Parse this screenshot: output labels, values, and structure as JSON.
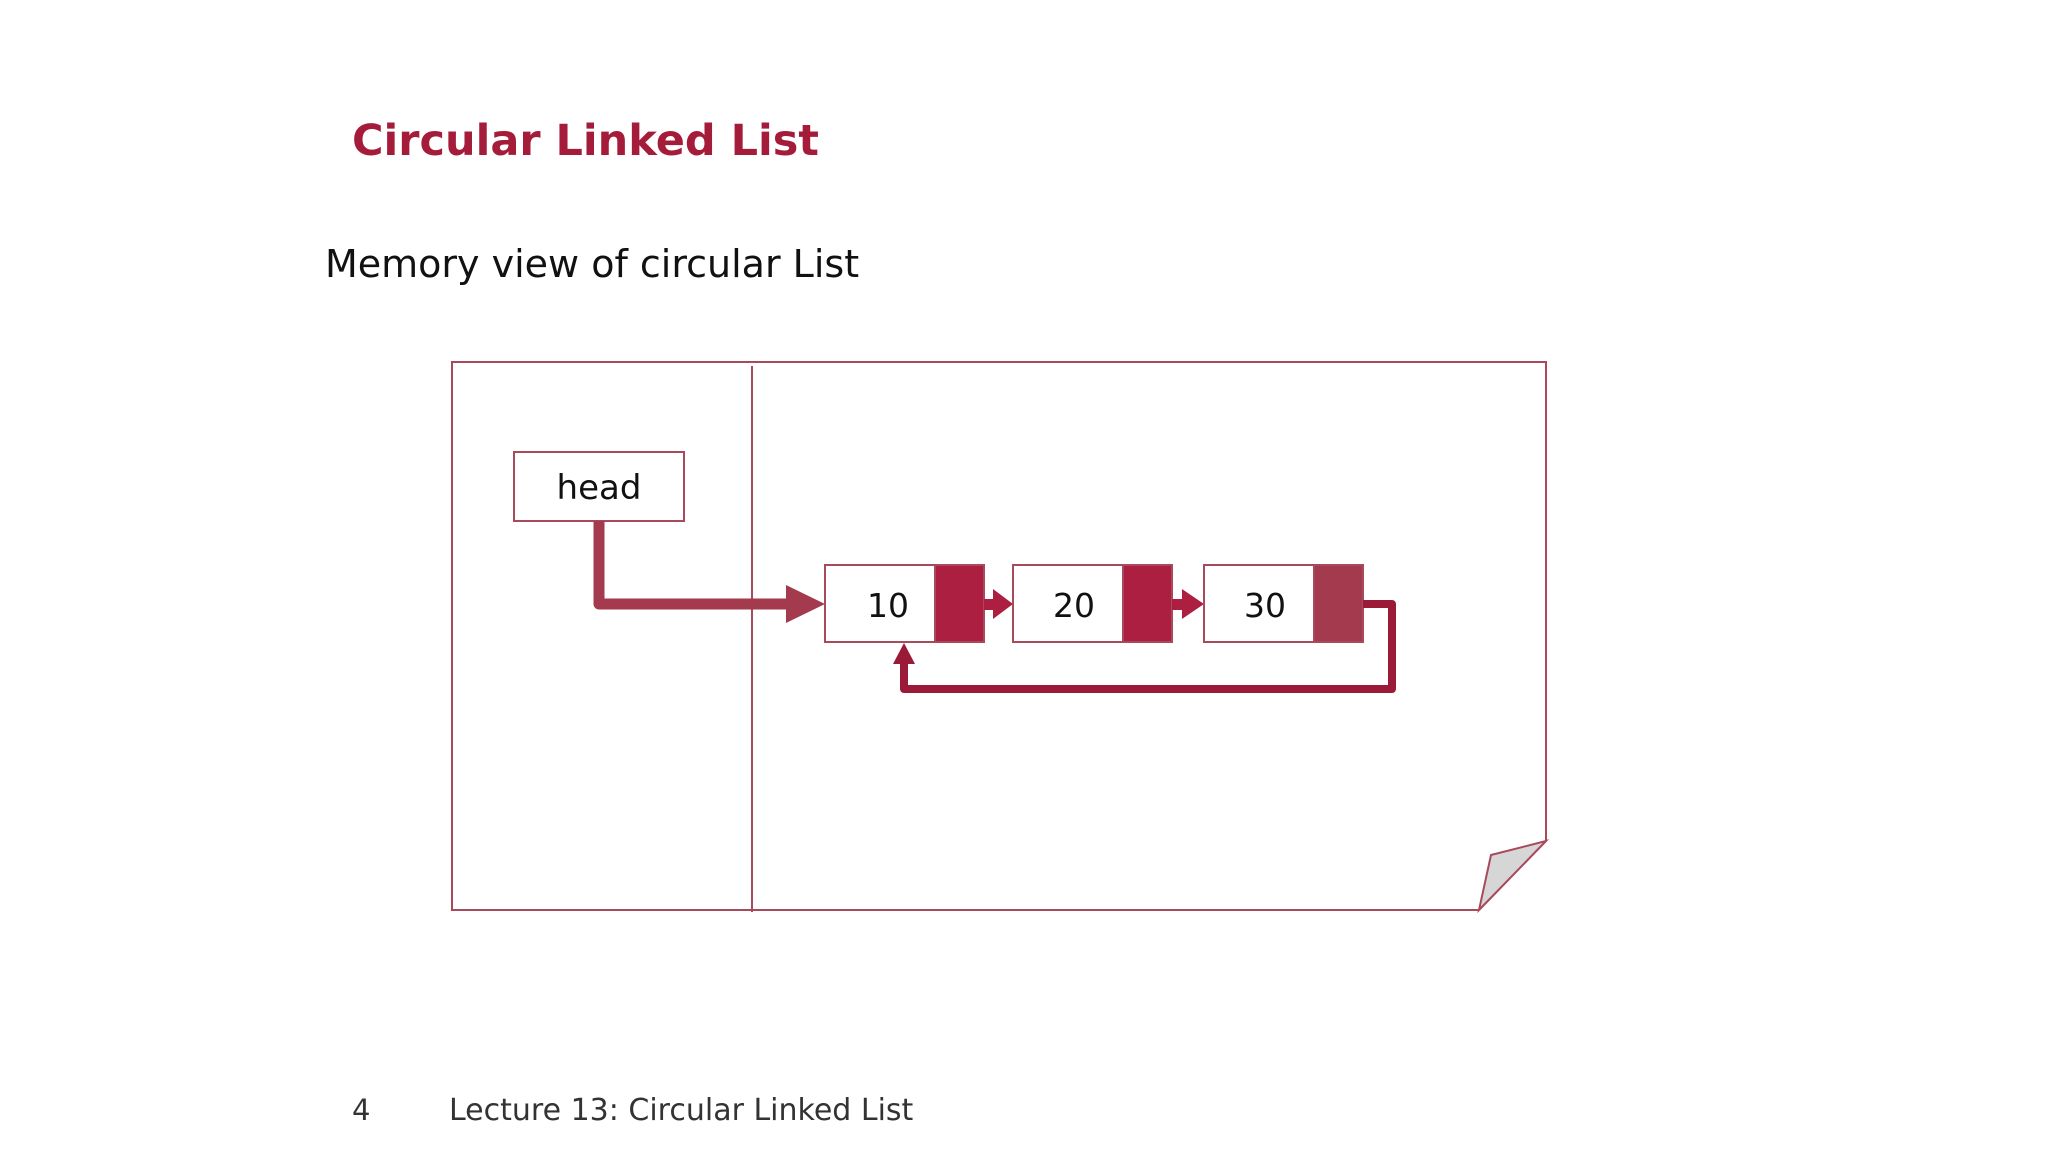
{
  "slide": {
    "title": "Circular Linked List",
    "subtitle": "Memory view of circular List",
    "page_number": "4",
    "footer": "Lecture 13: Circular Linked List"
  },
  "diagram": {
    "head_label": "head",
    "nodes": [
      "10",
      "20",
      "30"
    ]
  },
  "colors": {
    "accent": "#a51c3b",
    "pointer_fill": "#ad1f40",
    "last_pointer_fill": "#a33a4d",
    "border": "#a84a5c",
    "fold": "#d6d6d6"
  }
}
